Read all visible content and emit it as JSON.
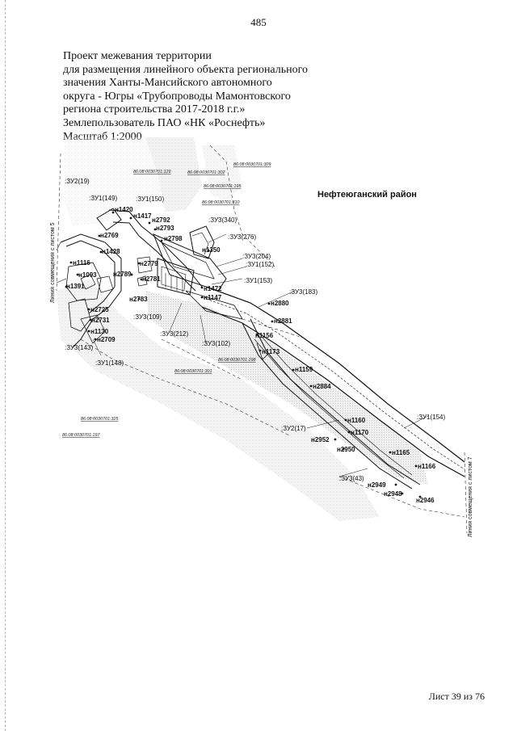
{
  "page_number": "485",
  "title_lines": [
    "Проект межевания территории",
    "для размещения линейного объекта регионального",
    "значения Ханты-Мансийского автономного",
    "округа - Югры «Трубопроводы Мамонтовского",
    "региона строительства 2017-2018 г.г.»",
    "Землепользователь ПАО «НК «Роснефть»",
    "Масштаб 1:2000"
  ],
  "district": "Нефтеюганский район",
  "match_line_left": "Линия совмещения с листом 5",
  "match_line_right": "Линия совмещения с листом 7",
  "sheet_label": "Лист 39 из 76",
  "cadastral_numbers": [
    "86:08:0030701:129",
    "86:08:0030701:302",
    "86:08:0030701:309",
    "86:08:0030701:195",
    "86:08:0030701:310",
    "86:08:0030701:198",
    "86:08:0030701:301",
    "86:08:0030701:325",
    "86:08:0030701:197"
  ],
  "parcels": [
    ":ЗУ2(19)",
    ":ЗУ1(149)",
    ":ЗУ1(150)",
    ":ЗУ3(340)",
    ":ЗУ3(276)",
    ":ЗУ3(204)",
    ":ЗУ1(152)",
    ":ЗУ1(153)",
    ":ЗУ3(183)",
    ":ЗУ3(109)",
    ":ЗУ3(212)",
    ":ЗУ3(102)",
    ":ЗУ3(143)",
    ":ЗУ1(148)",
    ":ЗУ1(154)",
    ":ЗУ2(17)",
    ":ЗУ3(43)"
  ],
  "points": [
    "н1420",
    "н1417",
    "н2792",
    "н2793",
    "н2798",
    "н2769",
    "н1428",
    "н1116",
    "н1093",
    "н1391",
    "н2779",
    "н2789",
    "н2781",
    "н2783",
    "н1350",
    "н1472",
    "н1147",
    "н2725",
    "н2731",
    "н1130",
    "н2709",
    "н2880",
    "н2881",
    "н1156",
    "н1173",
    "н1159",
    "н2884",
    "н1160",
    "н1170",
    "н2952",
    "н2950",
    "н1165",
    "н1166",
    "н2949",
    "н2948",
    "н2946"
  ]
}
